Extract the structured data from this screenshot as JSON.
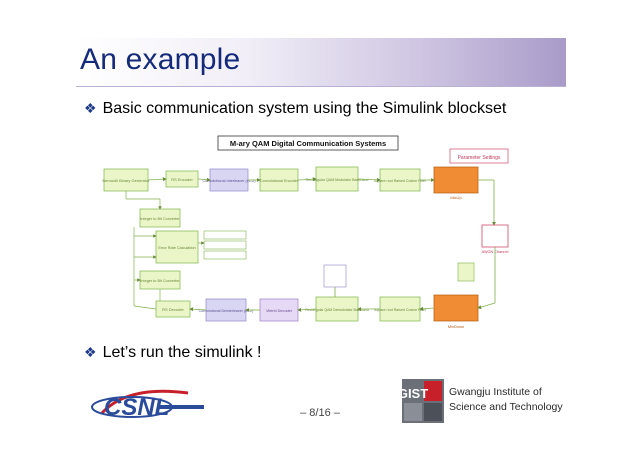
{
  "slide": {
    "title": "An example",
    "bullets": [
      "Basic communication system using the Simulink blockset",
      "Let’s run the simulink !"
    ],
    "page_number": "– 8/16 –"
  },
  "diagram": {
    "title": "M-ary QAM Digital Communication Systems",
    "parameter_block": "Parameter Settings",
    "top_row": [
      {
        "label": "Bernoulli Binary Generator",
        "color": "#eaf5c8"
      },
      {
        "label": "RS Encoder",
        "color": "#eaf5c8"
      },
      {
        "label": "Convolutional Interleaver (m=2)",
        "color": "#d9d6f4"
      },
      {
        "label": "Convolutional Encoder",
        "color": "#eaf5c8"
      },
      {
        "label": "Rectangular QAM Modulator Baseband",
        "color": "#eaf5c8"
      },
      {
        "label": "Square root Raised Cosine Filter",
        "color": "#eaf5c8"
      },
      {
        "label": "MixUp",
        "color": "#f08c33"
      }
    ],
    "bottom_row": [
      {
        "label": "RS Decoder",
        "color": "#eaf5c8"
      },
      {
        "label": "Convolutional Deinterleaver (m=2)",
        "color": "#d9d6f4"
      },
      {
        "label": "Viterbi Decoder",
        "color": "#e6d9f5"
      },
      {
        "label": "Rectangular QAM Demodulator Baseband",
        "color": "#eaf5c8"
      },
      {
        "label": "Square root Raised Cosine Filter",
        "color": "#eaf5c8"
      },
      {
        "label": "MixDown",
        "color": "#f08c33"
      }
    ],
    "side_blocks": [
      "Integer to Bit Converter",
      "Error Rate Calculation",
      "Integer to Bit Converter",
      "AWGN Channel"
    ]
  },
  "footer": {
    "left_logo": "CSNL",
    "right_logo": "GIST",
    "institute_line1": "Gwangju Institute of",
    "institute_line2": "Science and Technology"
  }
}
